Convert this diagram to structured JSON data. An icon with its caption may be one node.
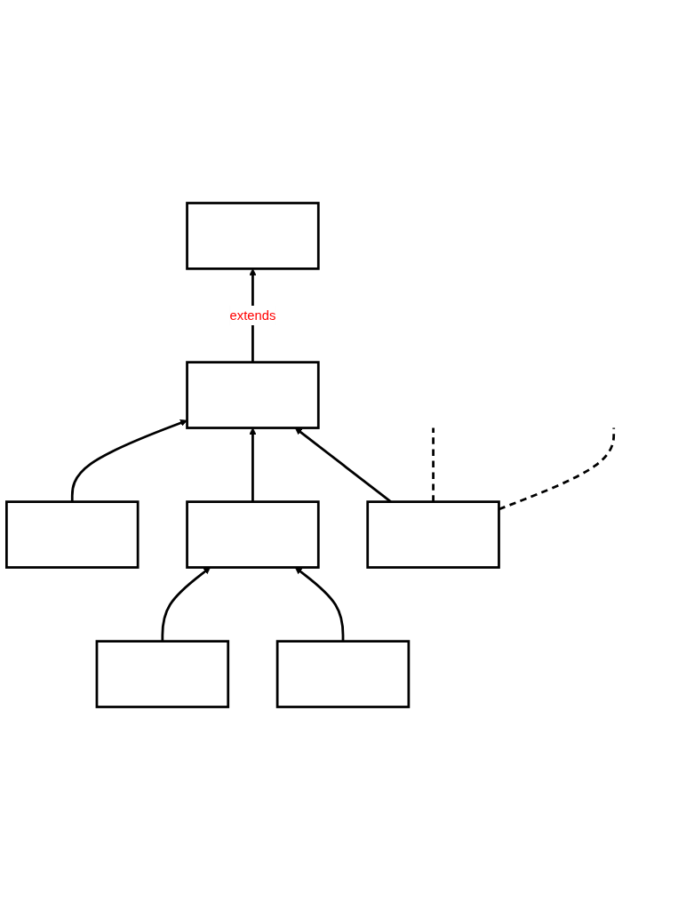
{
  "diagram": {
    "nodes": [
      {
        "text": [],
        "shape": "box"
      },
      {
        "text": [],
        "shape": "box"
      },
      {
        "text": [],
        "shape": "box"
      },
      {
        "text": [],
        "shape": "box"
      },
      {
        "text": [],
        "shape": "box"
      },
      {
        "text": [],
        "shape": "box"
      },
      {
        "text": [],
        "shape": "box"
      }
    ],
    "edges": [
      {
        "from": 1,
        "to": 0,
        "arrow": "to",
        "label": "extends"
      },
      {
        "from": 2,
        "to": 1,
        "arrow": "to"
      },
      {
        "from": 3,
        "to": 1,
        "arrow": "to"
      },
      {
        "from": 4,
        "to": 1,
        "arrow": "to"
      },
      {
        "from": 5,
        "to": 3,
        "arrow": "to"
      },
      {
        "from": 6,
        "to": 3,
        "arrow": "to"
      },
      {
        "from": 4,
        "to": null,
        "arrow": "none",
        "style": "dashed"
      },
      {
        "from": 4,
        "to": null,
        "arrow": "none",
        "style": "dashed"
      }
    ]
  }
}
